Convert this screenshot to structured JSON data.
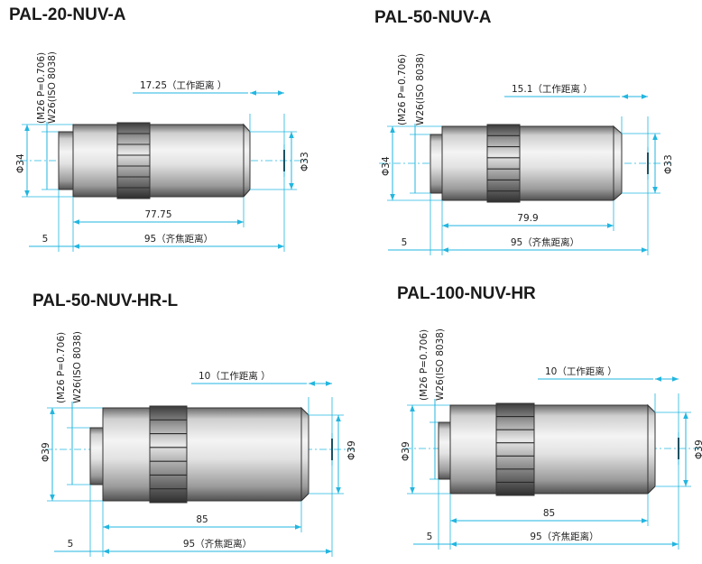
{
  "diagrams": [
    {
      "name": "PAL-20-NUV-A",
      "thread": "(M26 P=0.706)",
      "mount": "W26(ISO 8038)",
      "left_diameter": "Φ34",
      "right_diameter": "Φ33",
      "working_distance": "17.25（工作距离 ）",
      "body_length": "77.75",
      "parfocal_label": "95（齐焦距离）",
      "offset": "5"
    },
    {
      "name": "PAL-50-NUV-A",
      "thread": "(M26 P=0.706)",
      "mount": "W26(ISO 8038)",
      "left_diameter": "Φ34",
      "right_diameter": "Φ33",
      "working_distance": "15.1（工作距离 ）",
      "body_length": "79.9",
      "parfocal_label": "95（齐焦距离）",
      "offset": "5"
    },
    {
      "name": "PAL-50-NUV-HR-L",
      "thread": "(M26 P=0.706)",
      "mount": "W26(ISO 8038)",
      "left_diameter": "Φ39",
      "right_diameter": "Φ39",
      "working_distance": "10（工作距离 ）",
      "body_length": "85",
      "parfocal_label": "95（齐焦距离）",
      "offset": "5"
    },
    {
      "name": "PAL-100-NUV-HR",
      "thread": "(M26 P=0.706)",
      "mount": "W26(ISO 8038)",
      "left_diameter": "Φ39",
      "right_diameter": "Φ39",
      "working_distance": "10（工作距离 ）",
      "body_length": "85",
      "parfocal_label": "95（齐焦距离）",
      "offset": "5"
    }
  ]
}
